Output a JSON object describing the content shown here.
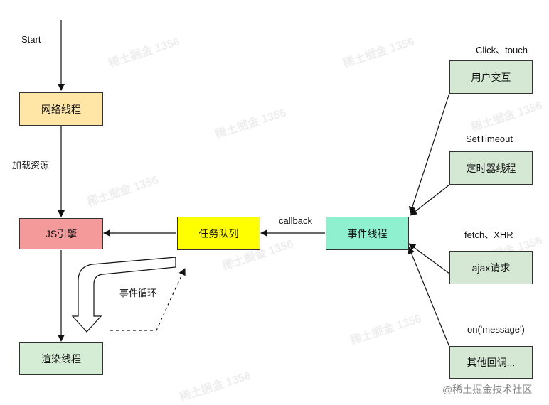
{
  "nodes": {
    "network": {
      "label": "网络线程",
      "color": "#ffe6a6"
    },
    "js": {
      "label": "JS引擎",
      "color": "#f49a9a"
    },
    "render": {
      "label": "渲染线程",
      "color": "#d5ecd5"
    },
    "queue": {
      "label": "任务队列",
      "color": "#ffff00"
    },
    "event": {
      "label": "事件线程",
      "color": "#8ff0d0"
    },
    "interact": {
      "label": "用户交互",
      "color": "#d5e8d4"
    },
    "timer": {
      "label": "定时器线程",
      "color": "#d5e8d4"
    },
    "ajax": {
      "label": "ajax请求",
      "color": "#d5e8d4"
    },
    "other": {
      "label": "其他回调...",
      "color": "#d5e8d4"
    }
  },
  "labels": {
    "start": "Start",
    "load": "加载资源",
    "callback": "callback",
    "loop": "事件循环",
    "click": "Click、touch",
    "settimeout": "SetTimeout",
    "fetch": "fetch、XHR",
    "message": "on('message')"
  },
  "watermark": "稀土掘金 1356",
  "footer": "@稀土掘金技术社区"
}
